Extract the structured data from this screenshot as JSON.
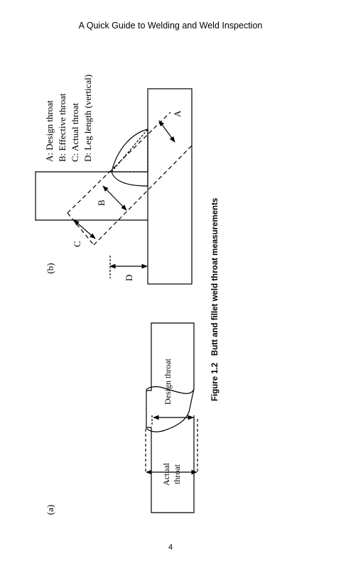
{
  "header": {
    "title": "A Quick Guide to Welding and Weld Inspection"
  },
  "figure": {
    "caption_number": "Figure 1.2",
    "caption_text": "Butt and fillet weld throat measurements",
    "panel_a": {
      "label": "(a)",
      "design_throat": "Design throat",
      "actual_throat_line1": "Actual",
      "actual_throat_line2": "throat"
    },
    "panel_b": {
      "label": "(b)",
      "marker_a": "A",
      "marker_b": "B",
      "marker_c": "C",
      "marker_d": "D",
      "legend": [
        "A: Design throat",
        "B: Effective throat",
        "C: Actual throat",
        "D: Leg length (vertical)"
      ]
    }
  },
  "footer": {
    "page_number": "4"
  }
}
